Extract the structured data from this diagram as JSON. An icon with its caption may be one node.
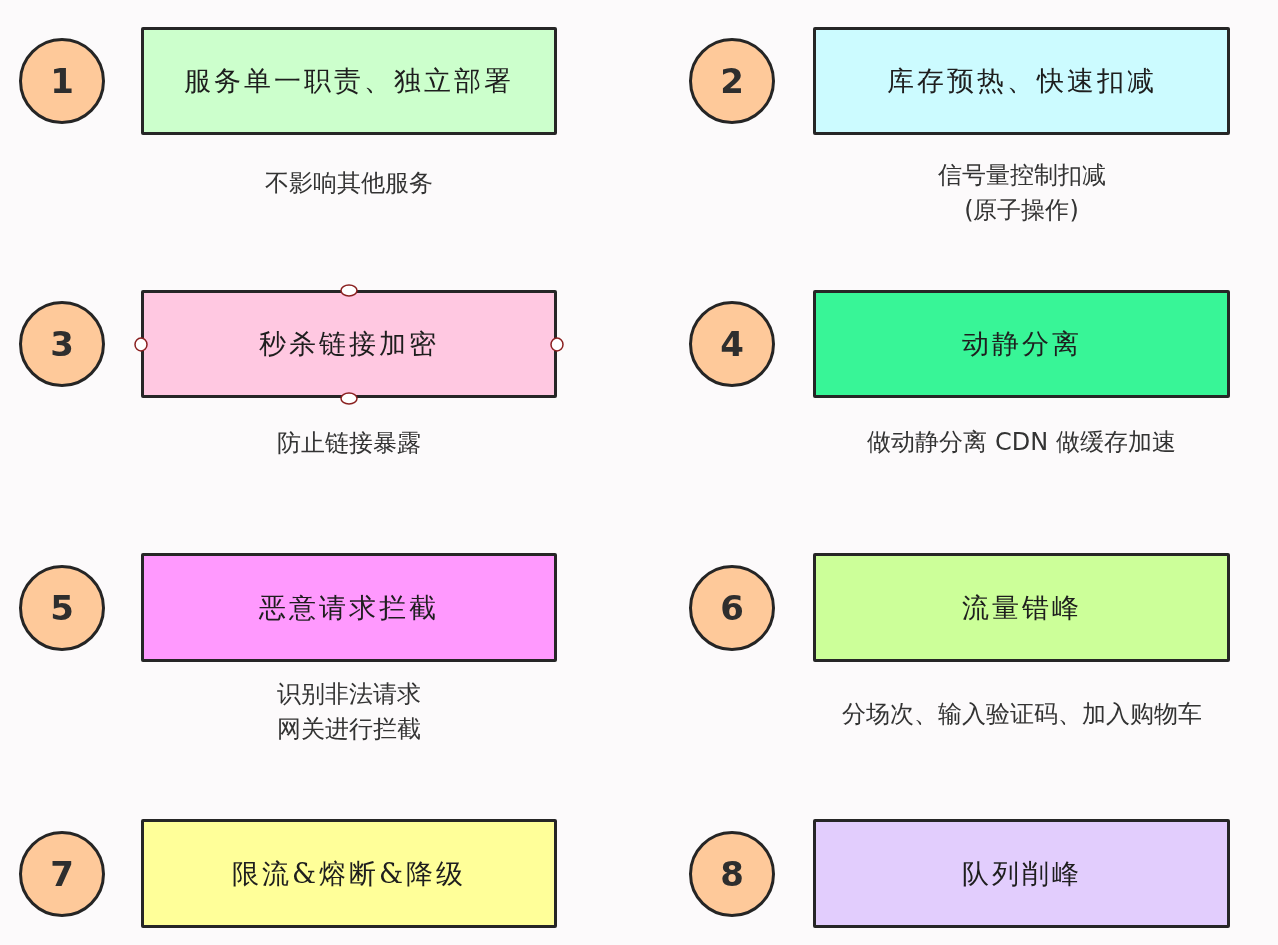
{
  "diagram": {
    "nodes": [
      {
        "text": [
          "1"
        ]
      },
      {
        "text": [
          "服务单一职责、独立部署"
        ],
        "beside": [
          "不影响其他服务"
        ]
      },
      {
        "text": [
          "2"
        ]
      },
      {
        "text": [
          "库存预热、快速扣减"
        ],
        "beside": [
          "信号量控制扣减(原子操作)"
        ]
      },
      {
        "text": [
          "3"
        ]
      },
      {
        "text": [
          "秒杀链接加密"
        ],
        "beside": [
          "防止链接暴露"
        ]
      },
      {
        "text": [
          "4"
        ]
      },
      {
        "text": [
          "动静分离"
        ],
        "beside": [
          "做动静分离 CDN 做缓存加速"
        ]
      },
      {
        "text": [
          "5"
        ]
      },
      {
        "text": [
          "恶意请求拦截"
        ],
        "beside": [
          "识别非法请求网关进行拦截"
        ]
      },
      {
        "text": [
          "6"
        ]
      },
      {
        "text": [
          "流量错峰"
        ],
        "beside": [
          "分场次、输入验证码、加入购物车"
        ]
      },
      {
        "text": [
          "7"
        ]
      },
      {
        "text": [
          "限流&熔断&降级"
        ]
      },
      {
        "text": [
          "8"
        ]
      },
      {
        "text": [
          "队列削峰"
        ]
      }
    ]
  }
}
